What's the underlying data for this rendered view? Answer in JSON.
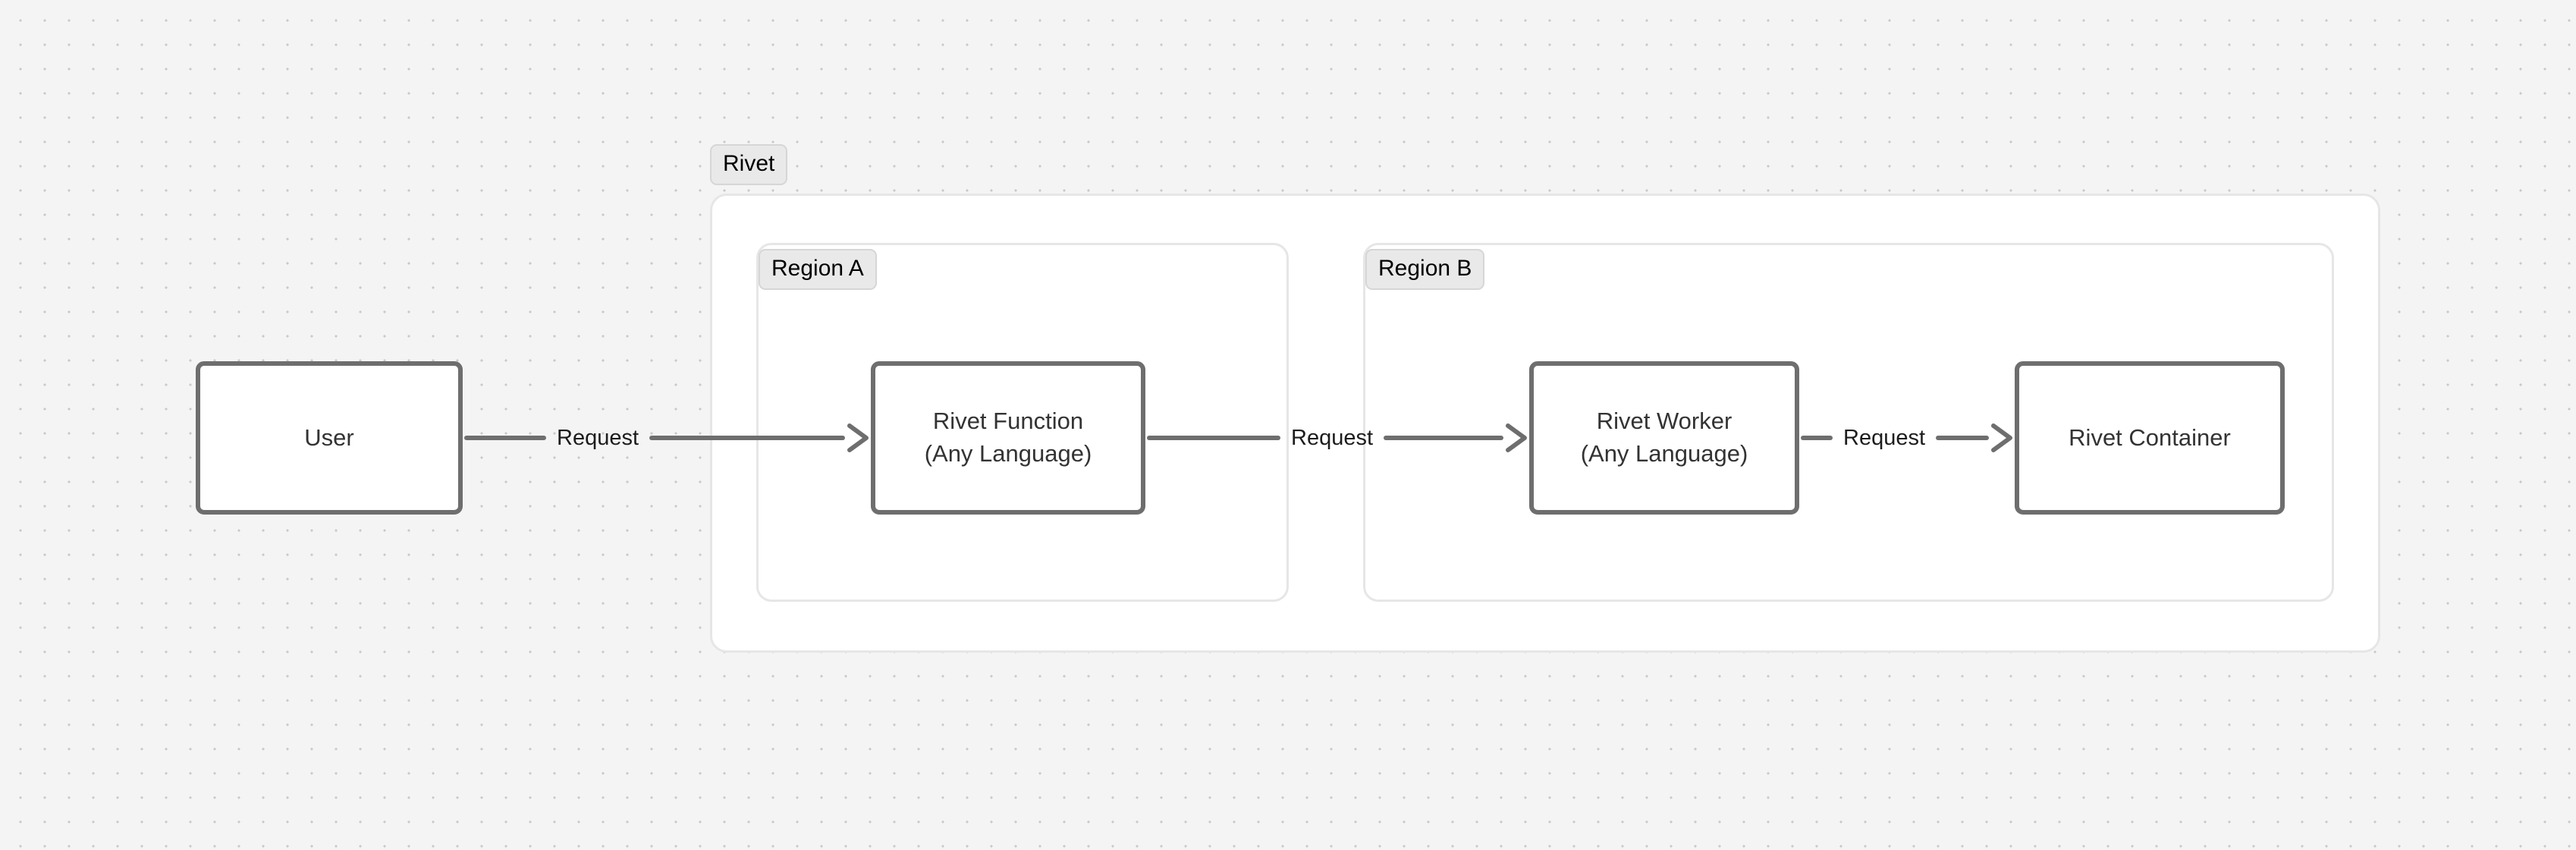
{
  "canvas": {
    "background_color": "#f4f4f4",
    "grid_dot_color": "#c9c9cd",
    "node_border_color": "#6e6e6e",
    "edge_color": "#6e6e6e",
    "cluster_border_color": "#e6e6e6",
    "badge_background_color": "#e9e9e9"
  },
  "clusters": {
    "rivet": {
      "label": "Rivet"
    },
    "region_a": {
      "label": "Region A"
    },
    "region_b": {
      "label": "Region B"
    }
  },
  "nodes": {
    "user": {
      "line1": "User"
    },
    "rivet_function": {
      "line1": "Rivet Function",
      "line2": "(Any Language)"
    },
    "rivet_worker": {
      "line1": "Rivet Worker",
      "line2": "(Any Language)"
    },
    "rivet_container": {
      "line1": "Rivet Container"
    }
  },
  "edges": [
    {
      "label": "Request",
      "from": "User",
      "to": "Rivet Function"
    },
    {
      "label": "Request",
      "from": "Rivet Function",
      "to": "Rivet Worker"
    },
    {
      "label": "Request",
      "from": "Rivet Worker",
      "to": "Rivet Container"
    }
  ]
}
